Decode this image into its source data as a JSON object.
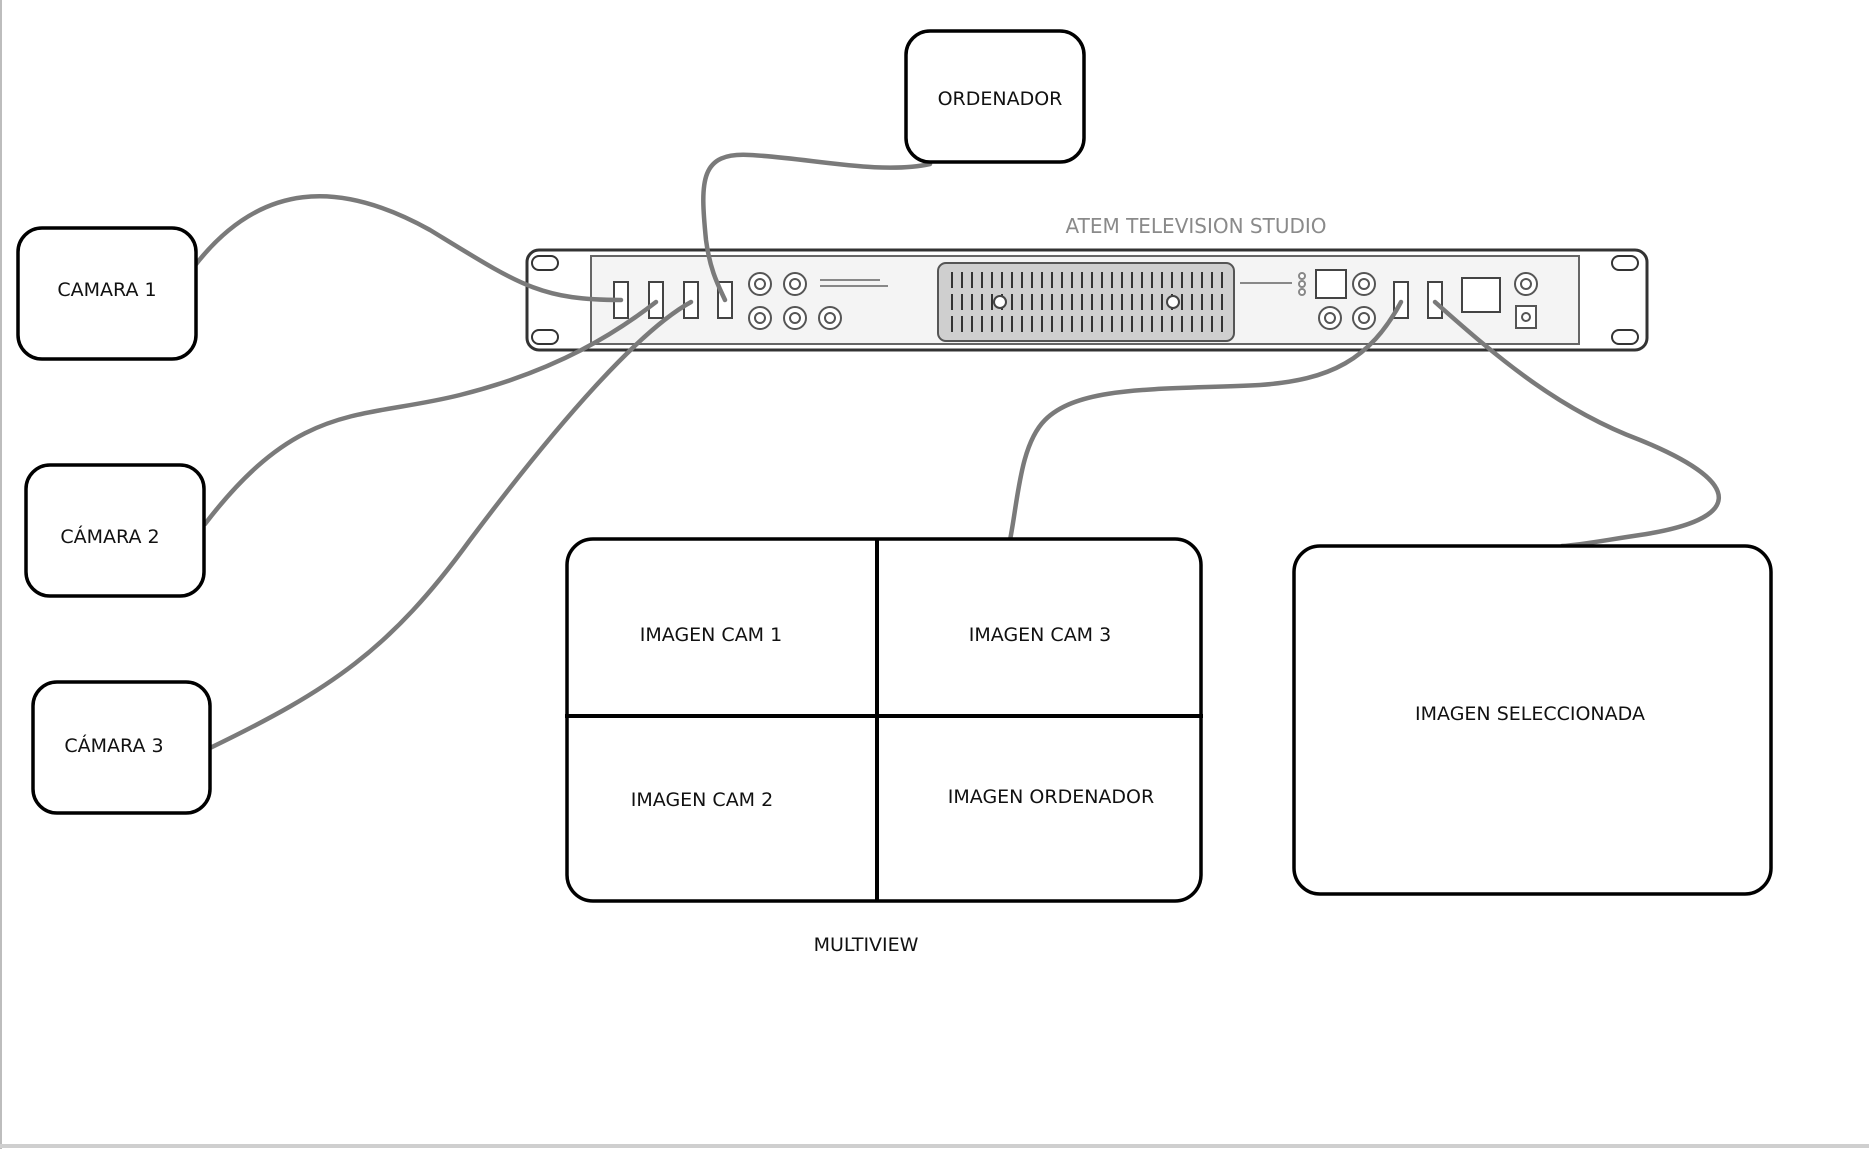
{
  "devices": {
    "camera1": {
      "label": "CAMARA 1"
    },
    "camera2": {
      "label": "CÁMARA 2"
    },
    "camera3": {
      "label": "CÁMARA 3"
    },
    "computer": {
      "label": "ORDENADOR"
    }
  },
  "switcher": {
    "label": "ATEM TELEVISION STUDIO",
    "label_color": "#8a8a8a"
  },
  "multiview": {
    "caption": "MULTIVIEW",
    "cells": [
      {
        "label": "IMAGEN CAM 1"
      },
      {
        "label": "IMAGEN CAM 3"
      },
      {
        "label": "IMAGEN CAM 2"
      },
      {
        "label": "IMAGEN ORDENADOR"
      }
    ]
  },
  "program": {
    "label": "IMAGEN SELECCIONADA"
  },
  "colors": {
    "outline": "#000000",
    "cable": "#7a7a7a",
    "panel": "#e6e6e6",
    "vent": "#cfcfcf"
  }
}
